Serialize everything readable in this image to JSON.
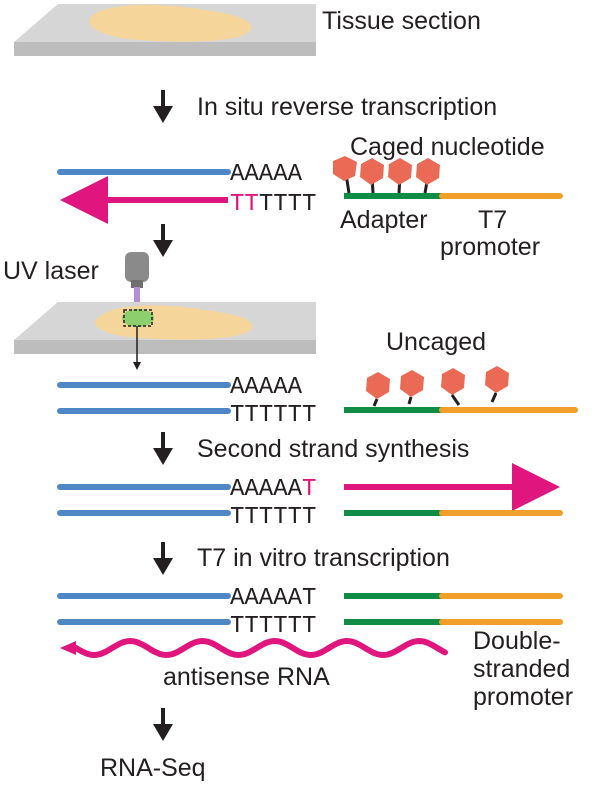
{
  "labels": {
    "tissue_section": "Tissue section",
    "step_rt": "In situ reverse transcription",
    "caged_nucleotide": "Caged nucleotide",
    "adapter": "Adapter",
    "t7": "T7",
    "promoter": "promoter",
    "uv_laser": "UV laser",
    "uncaged": "Uncaged",
    "step_second_strand": "Second strand synthesis",
    "step_ivt": "T7 in vitro transcription",
    "antisense_rna": "antisense RNA",
    "double": "Double-",
    "stranded": "stranded",
    "promoter2": "promoter",
    "rna_seq": "RNA-Seq"
  },
  "sequences": {
    "polyA": "AAAAA",
    "polyA_T": "AAAAAT",
    "polyA_prefix": "AAAAA",
    "added_T": "T",
    "caged_TT": "TT",
    "polyT_rest": "TTTT",
    "polyT": "TTTTTT"
  },
  "colors": {
    "mrna_blue": "#4f86c6",
    "cdna_magenta": "#e0157d",
    "adapter_green": "#0f8c45",
    "t7_orange": "#f0a02a",
    "cage_red": "#eb6a55",
    "tissue_beige": "#f5d59a",
    "slide_gray": "#d6d6d6",
    "text_dark": "#231f20"
  },
  "icons": [
    "down-arrow-icon",
    "uv-laser-icon",
    "caged-group-icon"
  ]
}
